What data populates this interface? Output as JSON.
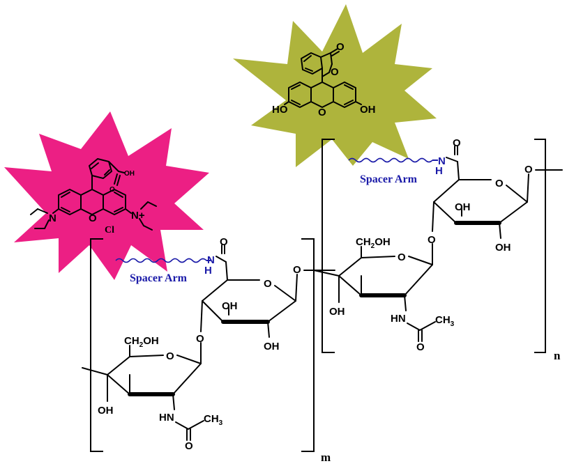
{
  "colors": {
    "rhodamine_star": "#ec1f84",
    "fluorescein_star": "#aeb43c",
    "spacer": "#1a1aa8",
    "bond": "#000000"
  },
  "labels": {
    "spacer_arm": "Spacer Arm",
    "nh_n": "N",
    "nh_h": "H",
    "carbonyl_o": "O",
    "ring_o": "O",
    "glyco_o": "O",
    "oh": "OH",
    "ch2oh": "CH",
    "ch2oh_sub": "2",
    "ch2oh_tail": "OH",
    "acetamide_hn": "HN",
    "acetyl_ch3": "CH",
    "acetyl_ch3_sub": "3",
    "repeat_m": "m",
    "repeat_n": "n"
  },
  "rhodamine": {
    "oh": "OH",
    "o_keto": "O",
    "n_left": "N",
    "n_right": "N+",
    "o_ring": "O",
    "counterion": "Cl"
  },
  "fluorescein": {
    "o_lactone_ring": "O",
    "o_lactone_keto": "O",
    "ho_left": "HO",
    "o_ring": "O",
    "oh_right": "OH"
  }
}
